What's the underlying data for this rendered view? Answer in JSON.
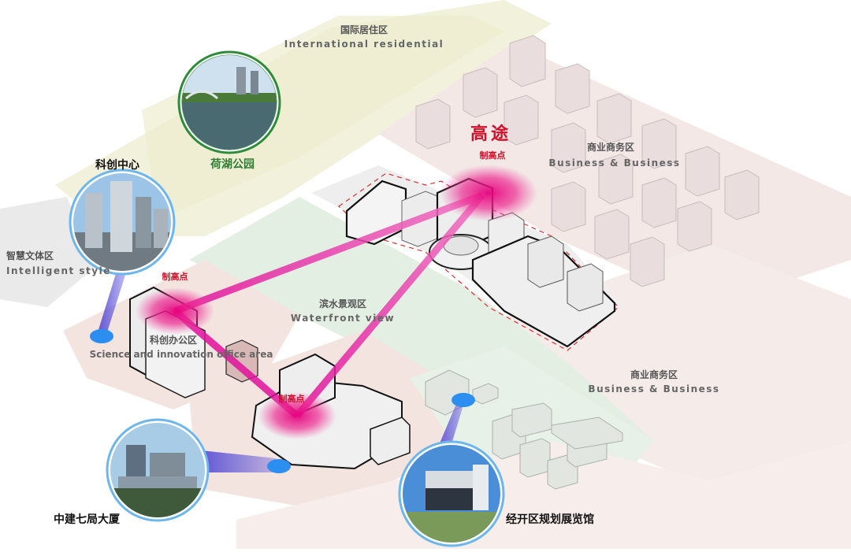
{
  "zones": {
    "residential": {
      "cn": "国际居住区",
      "en": "International residential"
    },
    "business_top": {
      "cn": "商业商务区",
      "en": "Business & Business"
    },
    "business_right": {
      "cn": "商业商务区",
      "en": "Business & Business"
    },
    "intelligent": {
      "cn": "智慧文体区",
      "en": "Intelligent style"
    },
    "waterfront": {
      "cn": "滨水景观区",
      "en": "Waterfront view"
    },
    "science_office": {
      "cn": "科创办公区",
      "en": "Science and innovation office area"
    }
  },
  "callouts": {
    "tech_center": "科创中心",
    "lotus_park": "荷湖公园",
    "cscec": "中建七局大厦",
    "exhibition": "经开区规划展览馆"
  },
  "highpoints": {
    "main": "高途",
    "label_top": "制高点",
    "label_left": "制高点",
    "label_bottom": "制高点"
  },
  "colors": {
    "accent_red": "#d0102a",
    "sightline_magenta": "#e0109a",
    "marker_blue": "#2b8ef0",
    "park_green": "#2e8b3a"
  }
}
